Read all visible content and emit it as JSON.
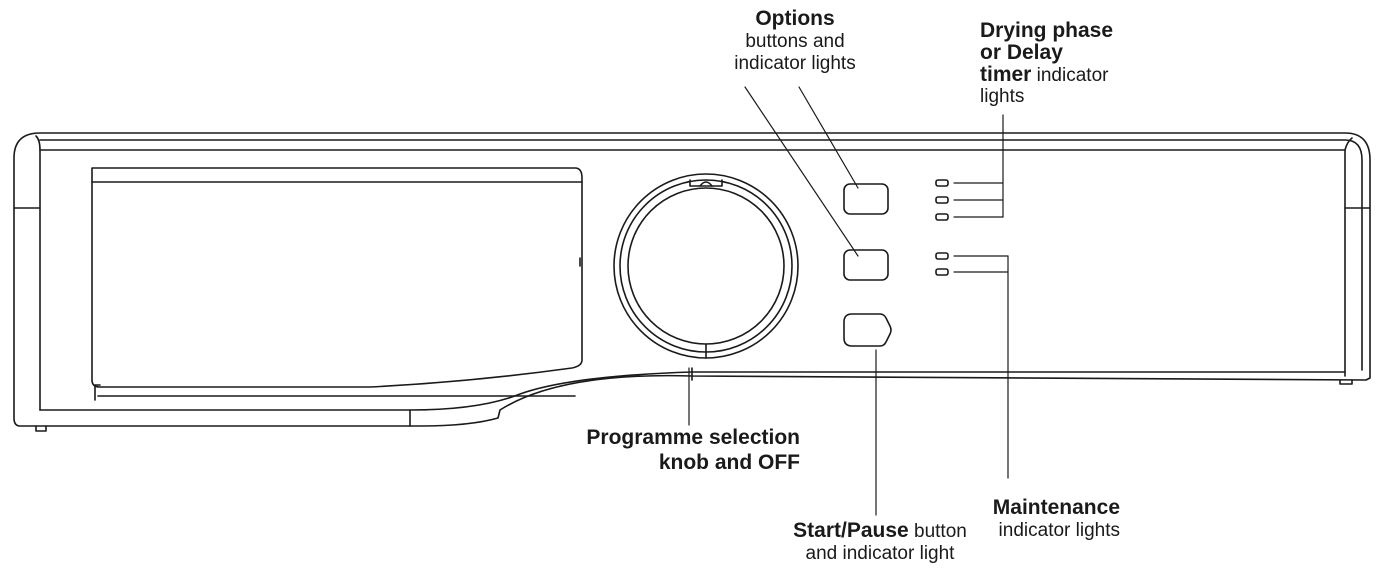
{
  "labels": {
    "options": {
      "bold": "Options",
      "rest_line1": "buttons and",
      "rest_line2": "indicator lights"
    },
    "drying": {
      "bold_line1": "Drying phase",
      "bold_line2": "or Delay",
      "bold_line3": "timer",
      "rest_line3": "indicator",
      "rest_line4": "lights"
    },
    "knob": {
      "line1": "Programme selection",
      "line2": "knob and  OFF"
    },
    "start": {
      "bold": "Start/Pause",
      "rest_line1": "button",
      "rest_line2": "and indicator light"
    },
    "maintenance": {
      "bold": "Maintenance",
      "rest": "indicator lights"
    }
  },
  "colors": {
    "stroke": "#1a1a1a",
    "background": "#ffffff"
  }
}
